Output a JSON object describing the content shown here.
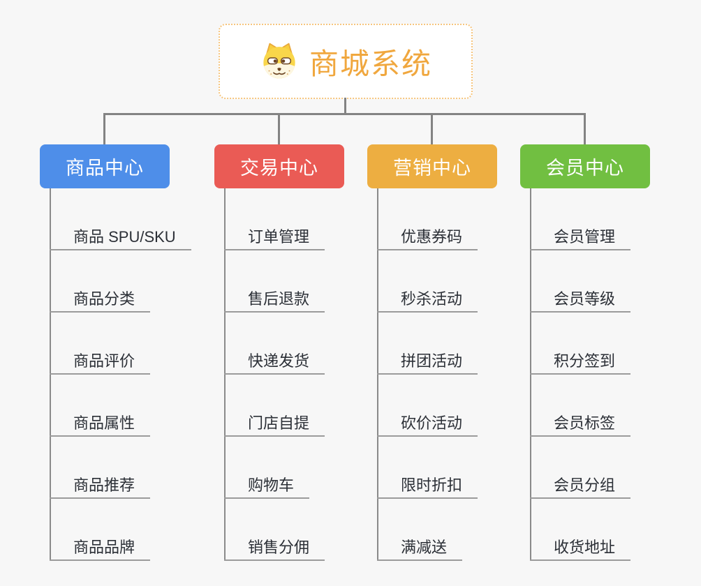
{
  "root": {
    "title": "商城系统",
    "icon": "doge-icon"
  },
  "colors": {
    "background": "#F7F7F7",
    "root_text": "#F0A73E",
    "root_border": "#F6C57D",
    "connector_gray": "#838383",
    "leaf_line_gray": "#9B9B9B",
    "leaf_text": "#2B2F36",
    "doge_yellow": "#F9D64A",
    "doge_cream": "#FDF7E2",
    "doge_brown": "#6B4423"
  },
  "branches": [
    {
      "label": "商品中心",
      "color": "#4E8EE9",
      "items": [
        "商品 SPU/SKU",
        "商品分类",
        "商品评价",
        "商品属性",
        "商品推荐",
        "商品品牌"
      ]
    },
    {
      "label": "交易中心",
      "color": "#EA5B55",
      "items": [
        "订单管理",
        "售后退款",
        "快递发货",
        "门店自提",
        "购物车",
        "销售分佣"
      ]
    },
    {
      "label": "营销中心",
      "color": "#EDAE41",
      "items": [
        "优惠券码",
        "秒杀活动",
        "拼团活动",
        "砍价活动",
        "限时折扣",
        "满减送"
      ]
    },
    {
      "label": "会员中心",
      "color": "#71BF41",
      "items": [
        "会员管理",
        "会员等级",
        "积分签到",
        "会员标签",
        "会员分组",
        "收货地址"
      ]
    }
  ]
}
